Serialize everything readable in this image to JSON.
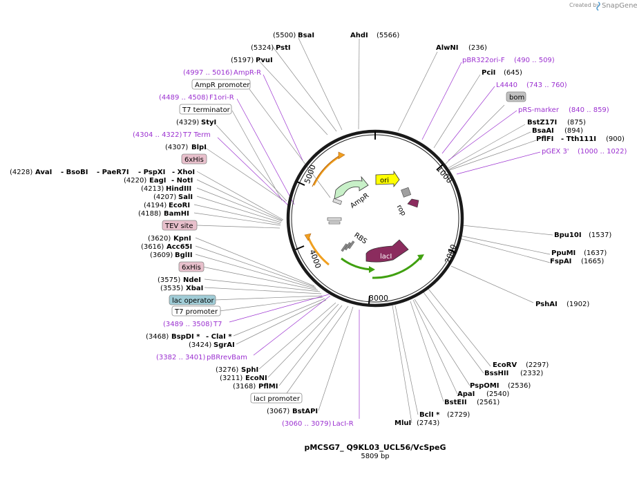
{
  "header": {
    "credit": "Created by",
    "brand": "SnapGene"
  },
  "plasmid": {
    "name": "pMCSG7_ Q9KL03_UCL56/VcSpeG",
    "length": "5809 bp"
  },
  "ticks": [
    "1000",
    "2000",
    "3000",
    "4000",
    "5000"
  ],
  "features": [
    "ori",
    "rop",
    "lacI",
    "RBS",
    "AmpR"
  ],
  "colors": {
    "backbone": "#1a1a1a",
    "purple": "#9b30d0",
    "ori": "#ffff00",
    "rop": "#8b2c5e",
    "lacI": "#8b2c5e",
    "ampR": "#c8f0c8",
    "orangeArrow": "#f0a020",
    "greenArrow": "#40a010",
    "labelBox_pink": "#e8c0cc",
    "labelBox_teal": "#a0ccd6",
    "labelBox_gray": "#c0c0c0"
  },
  "labels": [
    {
      "pos": "(5500)",
      "name": "BsaI"
    },
    {
      "name": "AhdI",
      "pos": "(5566)"
    },
    {
      "pos": "(5324)",
      "name": "PstI"
    },
    {
      "pos": "(5197)",
      "name": "PvuI"
    },
    {
      "pos": "(4997 .. 5016)",
      "name": "AmpR-R"
    },
    {
      "box": "AmpR promoter"
    },
    {
      "pos": "(4489 .. 4508)",
      "name": "F1ori-R"
    },
    {
      "box": "T7 terminator"
    },
    {
      "pos": "(4329)",
      "name": "StyI"
    },
    {
      "pos": "(4304 .. 4322)",
      "name": "T7 Term"
    },
    {
      "pos": "(4307)",
      "name": "BlpI"
    },
    {
      "box": "6xHis"
    },
    {
      "pos": "(4228)",
      "name": "AvaI"
    },
    {
      "name": "- BsoBI"
    },
    {
      "name": "- PaeR7I"
    },
    {
      "name": "- PspXI"
    },
    {
      "name": "- XhoI"
    },
    {
      "pos": "(4220)",
      "name": "EagI"
    },
    {
      "name": "- NotI"
    },
    {
      "pos": "(4213)",
      "name": "HindIII"
    },
    {
      "pos": "(4207)",
      "name": "SalI"
    },
    {
      "pos": "(4194)",
      "name": "EcoRI"
    },
    {
      "pos": "(4188)",
      "name": "BamHI"
    },
    {
      "box": "TEV site"
    },
    {
      "pos": "(3620)",
      "name": "KpnI"
    },
    {
      "pos": "(3616)",
      "name": "Acc65I"
    },
    {
      "pos": "(3609)",
      "name": "BglII"
    },
    {
      "box": "6xHis"
    },
    {
      "pos": "(3575)",
      "name": "NdeI"
    },
    {
      "pos": "(3535)",
      "name": "XbaI"
    },
    {
      "box": "lac operator"
    },
    {
      "box": "T7 promoter"
    },
    {
      "pos": "(3489 .. 3508)",
      "name": "T7"
    },
    {
      "pos": "(3468)",
      "name": "BspDI *"
    },
    {
      "name": "- ClaI *"
    },
    {
      "pos": "(3424)",
      "name": "SgrAI"
    },
    {
      "pos": "(3382 .. 3401)",
      "name": "pBRrevBam"
    },
    {
      "pos": "(3276)",
      "name": "SphI"
    },
    {
      "pos": "(3211)",
      "name": "EcoNI"
    },
    {
      "pos": "(3168)",
      "name": "PflMI"
    },
    {
      "box": "lacI promoter"
    },
    {
      "pos": "(3067)",
      "name": "BstAPI"
    },
    {
      "pos": "(3060 .. 3079)",
      "name": "LacI-R"
    },
    {
      "name": "AlwNI",
      "pos": "(236)"
    },
    {
      "name": "pBR322ori-F",
      "pos": "(490 .. 509)"
    },
    {
      "name": "PciI",
      "pos": "(645)"
    },
    {
      "name": "L4440",
      "pos": "(743 .. 760)"
    },
    {
      "box": "bom"
    },
    {
      "name": "pRS-marker",
      "pos": "(840 .. 859)"
    },
    {
      "name": "BstZ17I",
      "pos": "(875)"
    },
    {
      "name": "BsaAI",
      "pos": "(894)"
    },
    {
      "name": "PflFI",
      "pos": ""
    },
    {
      "name": "- Tth111I",
      "pos": "(900)"
    },
    {
      "name": "pGEX 3'",
      "pos": "(1000 .. 1022)"
    },
    {
      "name": "Bpu10I",
      "pos": "(1537)"
    },
    {
      "name": "PpuMI",
      "pos": "(1637)"
    },
    {
      "name": "FspAI",
      "pos": "(1665)"
    },
    {
      "name": "PshAI",
      "pos": "(1902)"
    },
    {
      "name": "EcoRV",
      "pos": "(2297)"
    },
    {
      "name": "BssHII",
      "pos": "(2332)"
    },
    {
      "name": "PspOMI",
      "pos": "(2536)"
    },
    {
      "name": "ApaI",
      "pos": "(2540)"
    },
    {
      "name": "BstEII",
      "pos": "(2561)"
    },
    {
      "name": "BclI *",
      "pos": "(2729)"
    },
    {
      "name": "MluI",
      "pos": "(2743)"
    }
  ]
}
